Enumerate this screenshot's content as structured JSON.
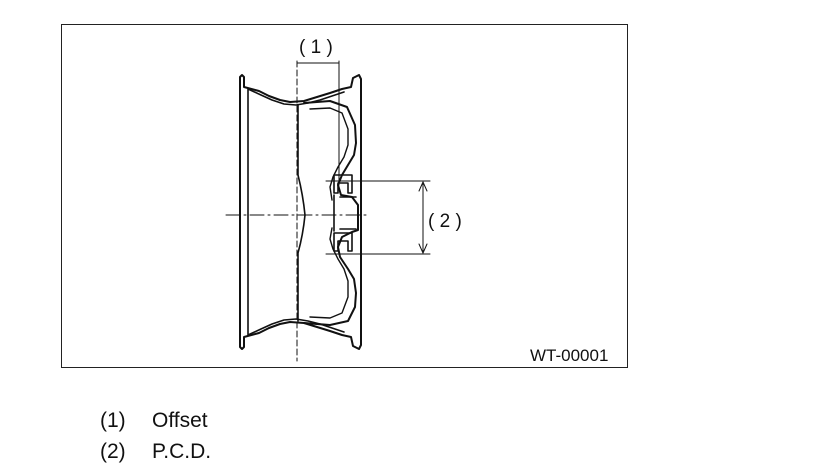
{
  "figure": {
    "code": "WT-00001",
    "callouts": {
      "offset": "( 1 )",
      "pcd": "( 2 )"
    },
    "line_color": "#111111",
    "background": "#ffffff"
  },
  "legend": {
    "items": [
      {
        "number": "(1)",
        "label": "Offset"
      },
      {
        "number": "(2)",
        "label": "P.C.D."
      }
    ]
  }
}
